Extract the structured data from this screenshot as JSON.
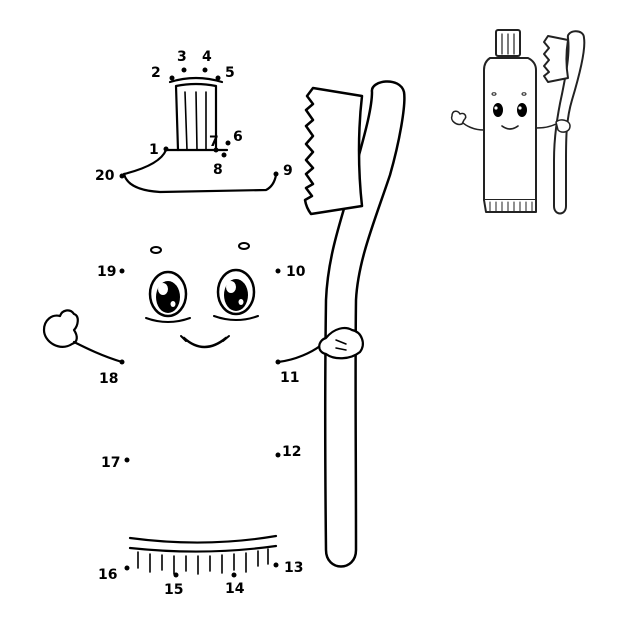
{
  "colors": {
    "ink": "#000000",
    "paper": "#ffffff",
    "preview_ink": "#222222"
  },
  "icons": [
    "toothpaste-tube-icon",
    "toothbrush-icon",
    "preview-icon"
  ],
  "dots": [
    {
      "n": "1"
    },
    {
      "n": "2"
    },
    {
      "n": "3"
    },
    {
      "n": "4"
    },
    {
      "n": "5"
    },
    {
      "n": "6"
    },
    {
      "n": "7"
    },
    {
      "n": "8"
    },
    {
      "n": "9"
    },
    {
      "n": "10"
    },
    {
      "n": "11"
    },
    {
      "n": "12"
    },
    {
      "n": "13"
    },
    {
      "n": "14"
    },
    {
      "n": "15"
    },
    {
      "n": "16"
    },
    {
      "n": "17"
    },
    {
      "n": "18"
    },
    {
      "n": "19"
    },
    {
      "n": "20"
    }
  ]
}
